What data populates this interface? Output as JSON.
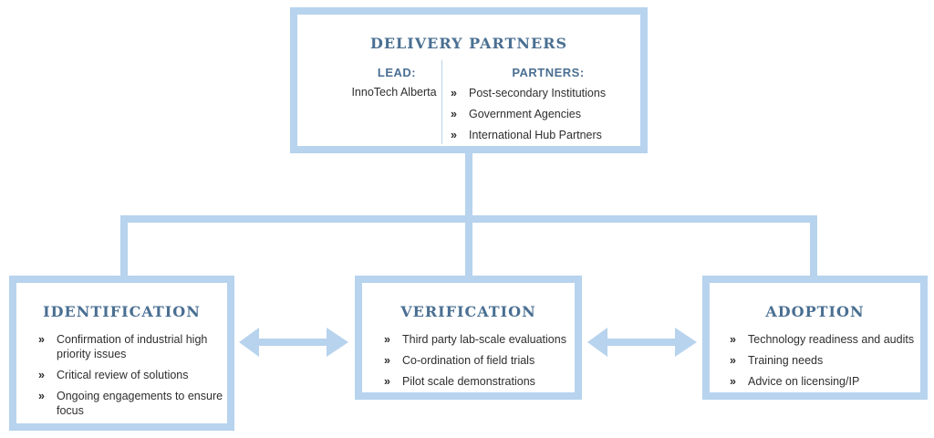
{
  "delivery_partners": {
    "title": "DELIVERY PARTNERS",
    "lead_label": "LEAD:",
    "lead_value": "InnoTech Alberta",
    "partners_label": "PARTNERS:",
    "bullet": "»",
    "partners": [
      "Post-secondary Institutions",
      "Government Agencies",
      "International Hub Partners"
    ]
  },
  "identification": {
    "title": "IDENTIFICATION",
    "bullet": "»",
    "items": [
      "Confirmation of industrial high priority issues",
      "Critical review of solutions",
      "Ongoing engagements to ensure focus"
    ]
  },
  "verification": {
    "title": "VERIFICATION",
    "bullet": "»",
    "items": [
      "Third party lab-scale evaluations",
      "Co-ordination of field trials",
      "Pilot scale demonstrations"
    ]
  },
  "adoption": {
    "title": "ADOPTION",
    "bullet": "»",
    "items": [
      "Technology readiness and audits",
      "Training needs",
      "Advice on licensing/IP"
    ]
  },
  "colors": {
    "border": "#b7d3ee",
    "heading": "#4a6f92",
    "text": "#2e2e2e"
  }
}
